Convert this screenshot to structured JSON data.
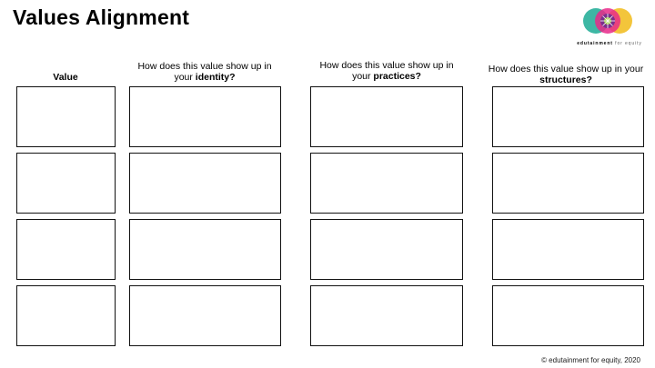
{
  "title": "Values Alignment",
  "logo": {
    "name": "edutainment-for-equity-logo",
    "text_a": "edutainment ",
    "text_b": "for equity",
    "colors": [
      "#f2c230",
      "#e8298a",
      "#33b39f",
      "#7b2e8e",
      "#9acb3c"
    ]
  },
  "columns": [
    {
      "id": "value",
      "label_pre": "Value",
      "label_bold": "",
      "label_post": ""
    },
    {
      "id": "identity",
      "label_pre": "How does this value show up in your ",
      "label_bold": "identity?",
      "label_post": ""
    },
    {
      "id": "practices",
      "label_pre": "How does this value show up in your ",
      "label_bold": "practices?",
      "label_post": ""
    },
    {
      "id": "structures",
      "label_pre": "How does this value show up in your ",
      "label_bold": "structures?",
      "label_post": ""
    }
  ],
  "rows": 4,
  "footer": "© edutainment for equity, 2020"
}
